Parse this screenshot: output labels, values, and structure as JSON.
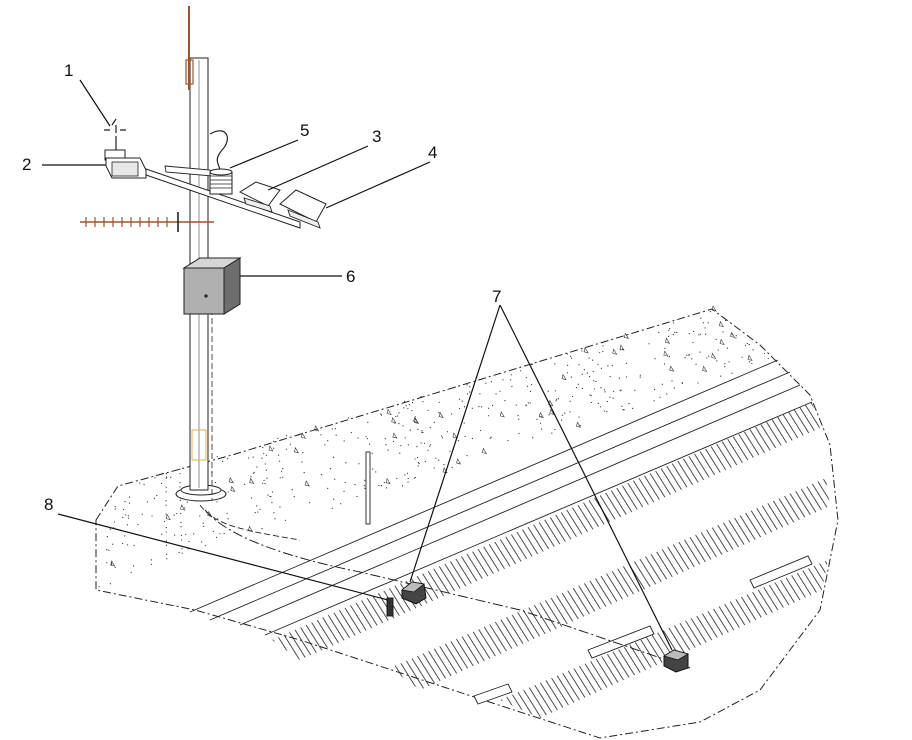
{
  "labels": {
    "l1": "1",
    "l2": "2",
    "l3": "3",
    "l4": "4",
    "l5": "5",
    "l6": "6",
    "l7": "7",
    "l8": "8"
  },
  "colors": {
    "line": "#111111",
    "antenna": "#a0522d",
    "cabinet": "#b0b0b0",
    "cabinet_dark": "#6e6e6e",
    "highlight": "#e8b04a"
  }
}
